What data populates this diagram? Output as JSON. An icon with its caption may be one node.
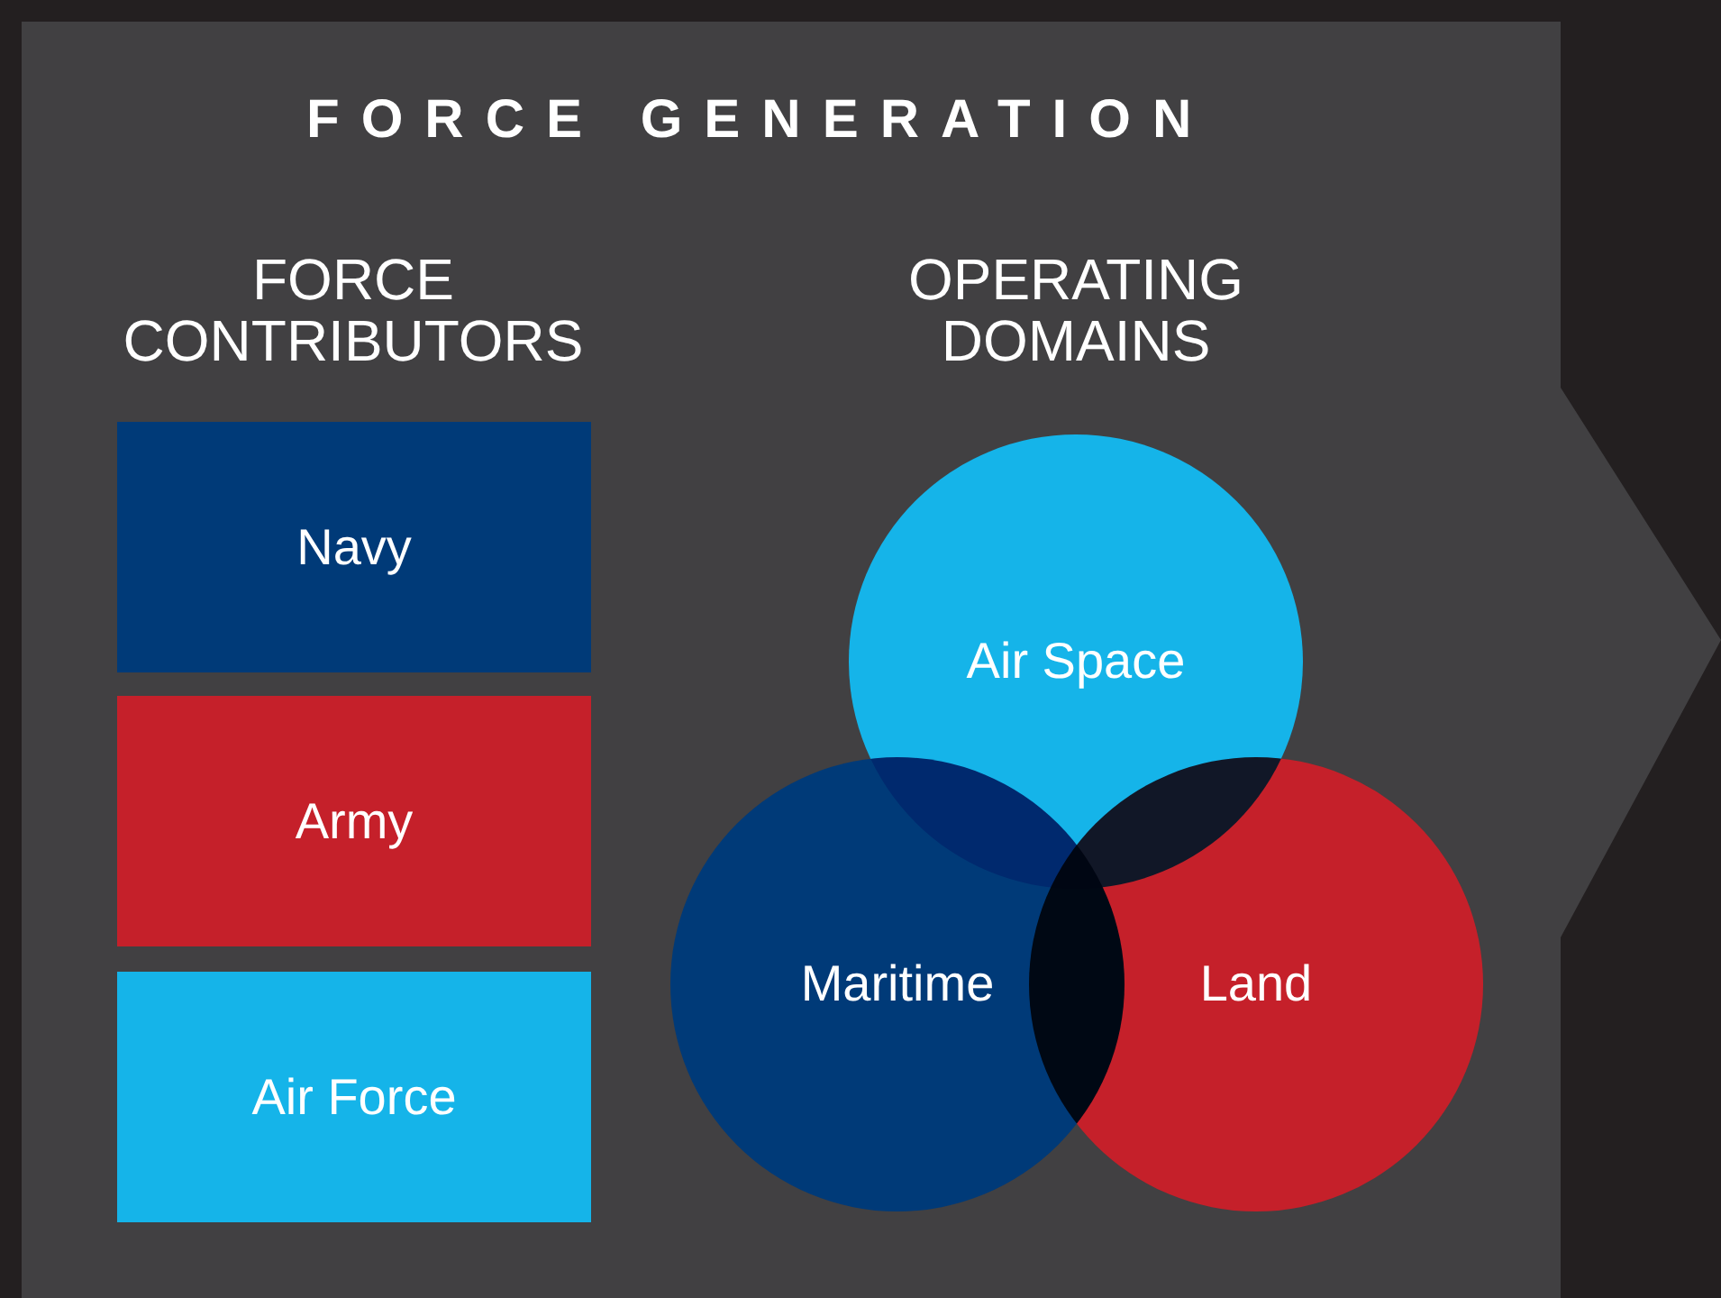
{
  "diagram": {
    "title": "FORCE GENERATION",
    "nodes": [
      {
        "text": [
          "Navy"
        ]
      },
      {
        "text": [
          "Army"
        ]
      },
      {
        "text": [
          "Air Force"
        ]
      },
      {
        "text": [
          "Air Space"
        ]
      },
      {
        "text": [
          "Maritime"
        ]
      },
      {
        "text": [
          "Land"
        ]
      }
    ],
    "labels": [
      "FORCE CONTRIBUTORS",
      "OPERATING DOMAINS"
    ]
  }
}
